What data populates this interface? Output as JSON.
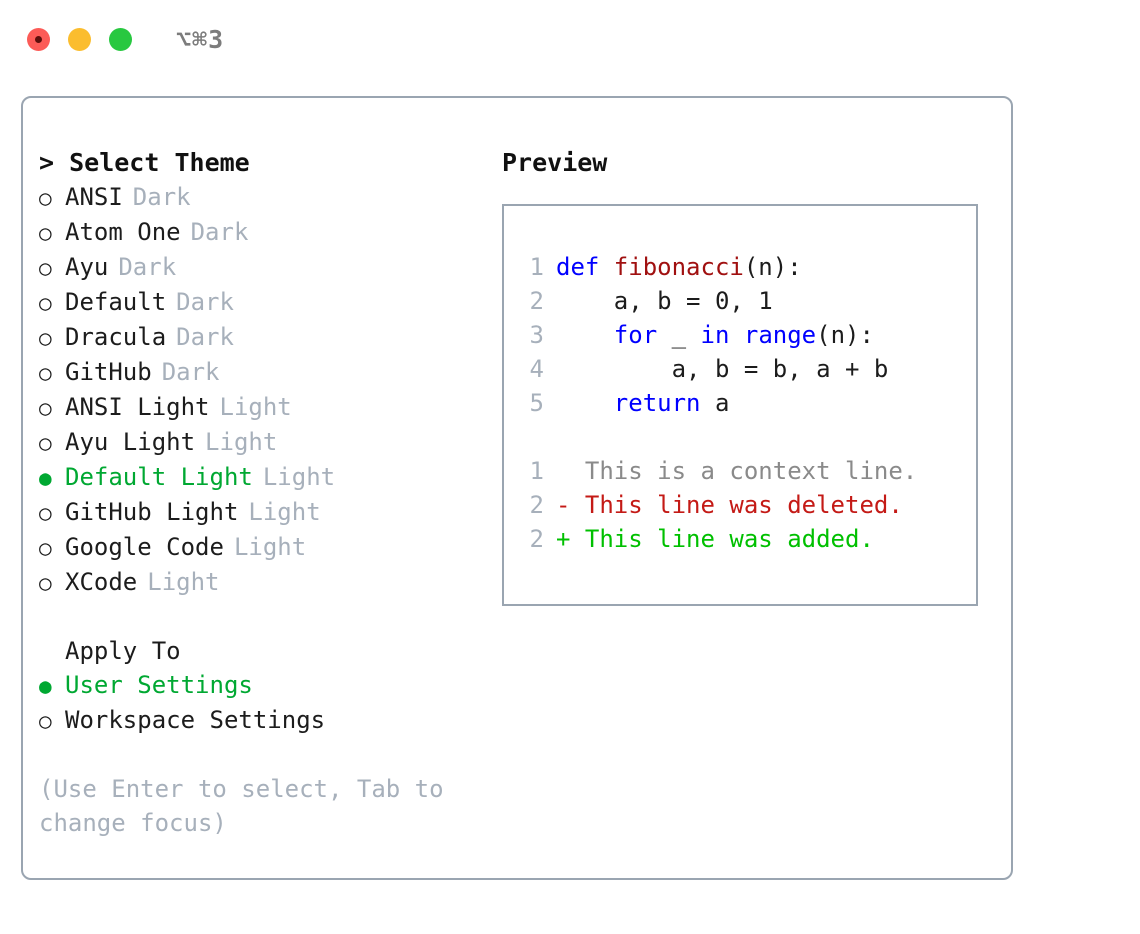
{
  "titlebar": {
    "shortcut": "⌥⌘3",
    "buttons": [
      {
        "name": "close",
        "color": "#fc5b57"
      },
      {
        "name": "minimize",
        "color": "#fbbd2e"
      },
      {
        "name": "maximize",
        "color": "#28c840"
      }
    ]
  },
  "colors": {
    "selected_green": "#00a832",
    "diff_add_green": "#00c000",
    "diff_del_red": "#c41a16",
    "keyword_blue": "#0000ff",
    "function_red": "#a01010",
    "muted_gray": "#a7b0bb",
    "border_gray": "#9aa5b1"
  },
  "theme_section": {
    "header": "> Select Theme",
    "bullet_selected": "●",
    "bullet_unselected": "○",
    "items": [
      {
        "name": "ANSI",
        "category": "Dark",
        "selected": false
      },
      {
        "name": "Atom One",
        "category": "Dark",
        "selected": false
      },
      {
        "name": "Ayu",
        "category": "Dark",
        "selected": false
      },
      {
        "name": "Default",
        "category": "Dark",
        "selected": false
      },
      {
        "name": "Dracula",
        "category": "Dark",
        "selected": false
      },
      {
        "name": "GitHub",
        "category": "Dark",
        "selected": false
      },
      {
        "name": "ANSI Light",
        "category": "Light",
        "selected": false
      },
      {
        "name": "Ayu Light",
        "category": "Light",
        "selected": false
      },
      {
        "name": "Default Light",
        "category": "Light",
        "selected": true
      },
      {
        "name": "GitHub Light",
        "category": "Light",
        "selected": false
      },
      {
        "name": "Google Code",
        "category": "Light",
        "selected": false
      },
      {
        "name": "XCode",
        "category": "Light",
        "selected": false
      }
    ]
  },
  "apply_section": {
    "header": "Apply To",
    "items": [
      {
        "name": "User Settings",
        "selected": true
      },
      {
        "name": "Workspace Settings",
        "selected": false
      }
    ]
  },
  "hint": "(Use Enter to select, Tab to change focus)",
  "preview": {
    "title": "Preview",
    "code_lines": [
      {
        "lineno": "1",
        "tokens": [
          {
            "t": "def ",
            "c": "kw"
          },
          {
            "t": "fibonacci",
            "c": "fn"
          },
          {
            "t": "(n):",
            "c": "pl"
          }
        ]
      },
      {
        "lineno": "2",
        "tokens": [
          {
            "t": "    a, b = 0, 1",
            "c": "pl"
          }
        ]
      },
      {
        "lineno": "3",
        "tokens": [
          {
            "t": "    ",
            "c": "pl"
          },
          {
            "t": "for",
            "c": "kw"
          },
          {
            "t": " _ ",
            "c": "pl"
          },
          {
            "t": "in",
            "c": "kw"
          },
          {
            "t": " ",
            "c": "pl"
          },
          {
            "t": "range",
            "c": "kw"
          },
          {
            "t": "(n):",
            "c": "pl"
          }
        ]
      },
      {
        "lineno": "4",
        "tokens": [
          {
            "t": "        a, b = b, a + b",
            "c": "pl"
          }
        ]
      },
      {
        "lineno": "5",
        "tokens": [
          {
            "t": "    ",
            "c": "pl"
          },
          {
            "t": "return",
            "c": "kw"
          },
          {
            "t": " a",
            "c": "pl"
          }
        ]
      }
    ],
    "diff_lines": [
      {
        "lineno": "1",
        "marker": " ",
        "text": " This is a context line.",
        "kind": "ctx"
      },
      {
        "lineno": "2",
        "marker": "-",
        "text": " This line was deleted.",
        "kind": "del"
      },
      {
        "lineno": "2",
        "marker": "+",
        "text": " This line was added.",
        "kind": "add"
      }
    ]
  }
}
